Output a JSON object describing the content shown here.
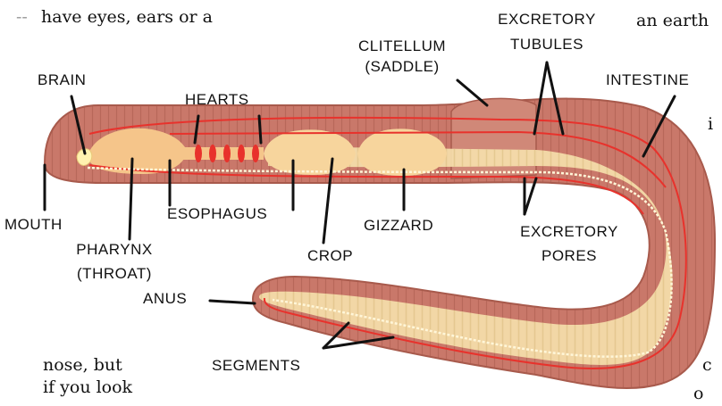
{
  "prose": {
    "line1": "have eyes, ears or a",
    "line2": "an earth",
    "line3": "i",
    "line4": "nose, but",
    "line5": "if you look",
    "line6": "c",
    "line7": "o"
  },
  "labels": {
    "brain": "BRAIN",
    "hearts": "HEARTS",
    "clitellum_1": "CLITELLUM",
    "clitellum_2": "(SADDLE)",
    "excretory_tubules_1": "EXCRETORY",
    "excretory_tubules_2": "TUBULES",
    "intestine": "INTESTINE",
    "mouth": "MOUTH",
    "esophagus": "ESOPHAGUS",
    "pharynx_1": "PHARYNX",
    "pharynx_2": "(THROAT)",
    "crop": "CROP",
    "gizzard": "GIZZARD",
    "excretory_pores_1": "EXCRETORY",
    "excretory_pores_2": "PORES",
    "anus": "ANUS",
    "segments": "SEGMENTS"
  },
  "colors": {
    "body": "#c9786a",
    "body_edge": "#a85a4c",
    "blood_vessel": "#e8322c",
    "gut": "#f6e1ad",
    "organ": "#f5c58a",
    "heart": "#e8322c",
    "nerve": "#fff6d8"
  }
}
